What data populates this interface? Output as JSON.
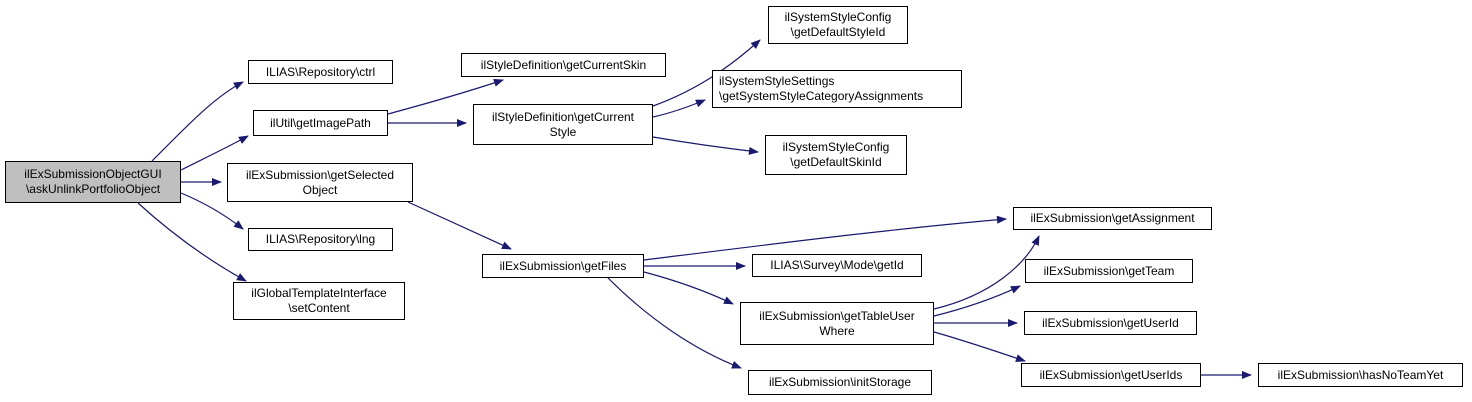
{
  "diagram": {
    "type": "call-graph",
    "colors": {
      "edge": "#191970",
      "node_border": "#000000",
      "node_fill": "#ffffff",
      "highlight_node_fill": "#bfbfbf",
      "text": "#000000",
      "background": "#ffffff"
    },
    "nodes": {
      "main": {
        "l1": "ilExSubmissionObjectGUI",
        "l2": "\\askUnlinkPortfolioObject"
      },
      "ctrl": {
        "l1": "ILIAS\\Repository\\ctrl"
      },
      "getImagePath": {
        "l1": "ilUtil\\getImagePath"
      },
      "getSelectedObject": {
        "l1": "ilExSubmission\\getSelected",
        "l2": "Object"
      },
      "lng": {
        "l1": "ILIAS\\Repository\\lng"
      },
      "setContent": {
        "l1": "ilGlobalTemplateInterface",
        "l2": "\\setContent"
      },
      "getCurrentSkin": {
        "l1": "ilStyleDefinition\\getCurrentSkin"
      },
      "getCurrentStyle": {
        "l1": "ilStyleDefinition\\getCurrent",
        "l2": "Style"
      },
      "getDefaultStyleId": {
        "l1": "ilSystemStyleConfig",
        "l2": "\\getDefaultStyleId"
      },
      "styleCatAssign": {
        "l1": "ilSystemStyleSettings",
        "l2": "\\getSystemStyleCategoryAssignments"
      },
      "getDefaultSkinId": {
        "l1": "ilSystemStyleConfig",
        "l2": "\\getDefaultSkinId"
      },
      "getFiles": {
        "l1": "ilExSubmission\\getFiles"
      },
      "surveyGetId": {
        "l1": "ILIAS\\Survey\\Mode\\getId"
      },
      "getTableUserWhere": {
        "l1": "ilExSubmission\\getTableUser",
        "l2": "Where"
      },
      "initStorage": {
        "l1": "ilExSubmission\\initStorage"
      },
      "getAssignment": {
        "l1": "ilExSubmission\\getAssignment"
      },
      "getTeam": {
        "l1": "ilExSubmission\\getTeam"
      },
      "getUserId": {
        "l1": "ilExSubmission\\getUserId"
      },
      "getUserIds": {
        "l1": "ilExSubmission\\getUserIds"
      },
      "hasNoTeamYet": {
        "l1": "ilExSubmission\\hasNoTeamYet"
      }
    },
    "edges": [
      {
        "from": "main",
        "to": "ctrl"
      },
      {
        "from": "main",
        "to": "getImagePath"
      },
      {
        "from": "main",
        "to": "getSelectedObject"
      },
      {
        "from": "main",
        "to": "lng"
      },
      {
        "from": "main",
        "to": "setContent"
      },
      {
        "from": "getImagePath",
        "to": "getCurrentSkin"
      },
      {
        "from": "getImagePath",
        "to": "getCurrentStyle"
      },
      {
        "from": "getCurrentStyle",
        "to": "getDefaultStyleId"
      },
      {
        "from": "getCurrentStyle",
        "to": "styleCatAssign"
      },
      {
        "from": "getCurrentStyle",
        "to": "getDefaultSkinId"
      },
      {
        "from": "getSelectedObject",
        "to": "getFiles"
      },
      {
        "from": "getFiles",
        "to": "getAssignment"
      },
      {
        "from": "getFiles",
        "to": "surveyGetId"
      },
      {
        "from": "getFiles",
        "to": "getTableUserWhere"
      },
      {
        "from": "getFiles",
        "to": "initStorage"
      },
      {
        "from": "getTableUserWhere",
        "to": "getAssignment"
      },
      {
        "from": "getTableUserWhere",
        "to": "getTeam"
      },
      {
        "from": "getTableUserWhere",
        "to": "getUserId"
      },
      {
        "from": "getTableUserWhere",
        "to": "getUserIds"
      },
      {
        "from": "getUserIds",
        "to": "hasNoTeamYet"
      }
    ]
  }
}
